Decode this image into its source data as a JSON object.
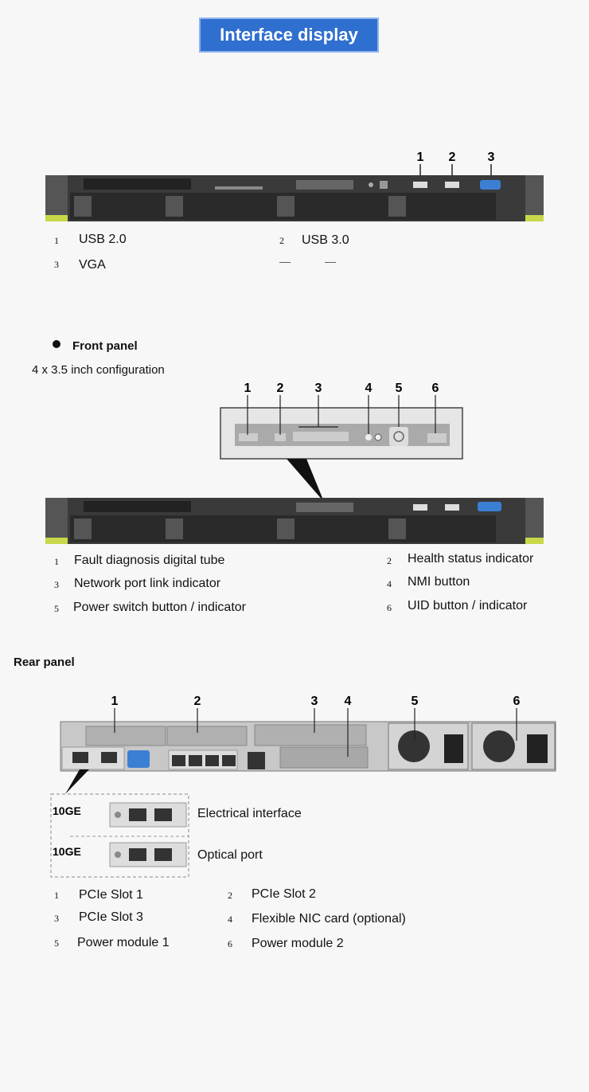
{
  "header": {
    "title": "Interface display"
  },
  "top_view": {
    "callouts": [
      "1",
      "2",
      "3"
    ],
    "items": [
      {
        "num": "1",
        "label": "USB 2.0"
      },
      {
        "num": "2",
        "label": "USB 3.0"
      },
      {
        "num": "3",
        "label": "VGA"
      }
    ],
    "placeholders": [
      "—",
      "—"
    ]
  },
  "front_panel": {
    "heading": "Front panel",
    "config": "4 x 3.5 inch configuration",
    "callouts": [
      "1",
      "2",
      "3",
      "4",
      "5",
      "6"
    ],
    "items": [
      {
        "num": "1",
        "label": "Fault diagnosis digital tube"
      },
      {
        "num": "2",
        "label": "Health status indicator"
      },
      {
        "num": "3",
        "label": "Network port link indicator"
      },
      {
        "num": "4",
        "label": "NMI button"
      },
      {
        "num": "5",
        "label": "Power switch button / indicator"
      },
      {
        "num": "6",
        "label": "UID button / indicator"
      }
    ]
  },
  "rear_panel": {
    "heading": "Rear panel",
    "callouts": [
      "1",
      "2",
      "3",
      "4",
      "5",
      "6"
    ],
    "nic_options": [
      {
        "speed": "10GE",
        "label": "Electrical interface"
      },
      {
        "speed": "10GE",
        "label": "Optical port"
      }
    ],
    "items": [
      {
        "num": "1",
        "label": "PCIe Slot 1"
      },
      {
        "num": "2",
        "label": "PCIe Slot 2"
      },
      {
        "num": "3",
        "label": "PCIe Slot 3"
      },
      {
        "num": "4",
        "label": "Flexible NIC card (optional)"
      },
      {
        "num": "5",
        "label": "Power module 1"
      },
      {
        "num": "6",
        "label": "Power module 2"
      }
    ]
  },
  "colors": {
    "title_bg": "#2f6fd0",
    "chassis": "#3a3a3a",
    "drive_tag": "#c8d84a",
    "vga": "#3b7fd4"
  }
}
